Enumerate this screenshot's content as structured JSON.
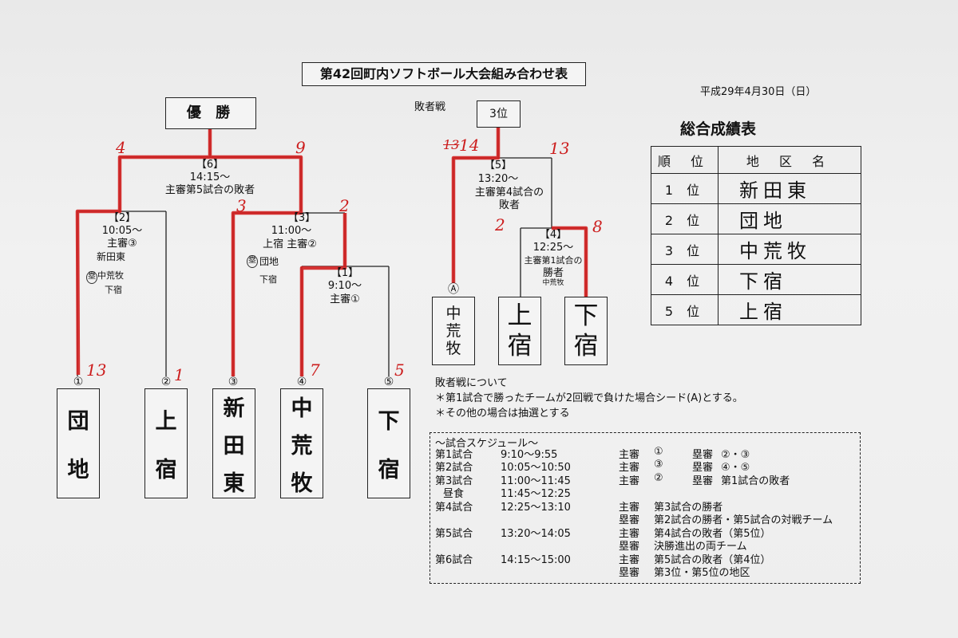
{
  "title": "第42回町内ソフトボール大会組み合わせ表",
  "date": "平成29年4月30日（日）",
  "champion_label": "優 勝",
  "loser_bracket_label": "敗者戦",
  "third_place_label": "3位",
  "games": {
    "g6": {
      "label": "【6】",
      "time": "14:15～",
      "umpire": "主審第5試合の敗者"
    },
    "g2": {
      "label": "【2】",
      "time": "10:05～",
      "umpire": "主審③",
      "hand_notes": [
        "新田東",
        "中荒牧",
        "下宿"
      ],
      "hand_prefix": "塁"
    },
    "g3": {
      "label": "【3】",
      "time": "11:00～",
      "umpire": "上宿 主審②",
      "hand_notes": [
        "団地",
        "下宿"
      ],
      "hand_prefix": "塁"
    },
    "g1": {
      "label": "【1】",
      "time": "9:10～",
      "umpire": "主審①"
    },
    "g5": {
      "label": "【5】",
      "time": "13:20～",
      "umpire_line1": "主審第4試合の",
      "umpire_line2": "敗者"
    },
    "g4": {
      "label": "【4】",
      "time": "12:25～",
      "umpire_line1": "主審第1試合の",
      "umpire_line2": "勝者",
      "hand_note": "中荒牧"
    }
  },
  "teams": [
    {
      "num": "①",
      "name_chars": [
        "団",
        "地"
      ],
      "score": "13"
    },
    {
      "num": "②",
      "name_chars": [
        "上",
        "宿"
      ],
      "score": "1"
    },
    {
      "num": "③",
      "name_chars": [
        "新",
        "田",
        "東"
      ],
      "score": ""
    },
    {
      "num": "④",
      "name_chars": [
        "中",
        "荒",
        "牧"
      ],
      "score": "7"
    },
    {
      "num": "⑤",
      "name_chars": [
        "下",
        "宿"
      ],
      "score": "5"
    }
  ],
  "seed_a": {
    "label": "Ⓐ",
    "name_chars": [
      "中",
      "荒",
      "牧"
    ]
  },
  "g4_teams": [
    {
      "name_chars": [
        "上",
        "宿"
      ]
    },
    {
      "name_chars": [
        "下",
        "宿"
      ]
    }
  ],
  "scores": {
    "final_left": "4",
    "final_right": "9",
    "g3_left": "3",
    "g3_right": "2",
    "g5_left_crossed": "13",
    "g5_left": "14",
    "g5_right": "13",
    "g4_left": "2",
    "g4_right": "8"
  },
  "loser_notes": {
    "heading": "敗者戦について",
    "items": [
      "＊第1試合で勝ったチームが2回戦で負けた場合シード(A)とする。",
      "＊その他の場合は抽選とする"
    ]
  },
  "ranking": {
    "title": "総合成績表",
    "header_rank": "順 位",
    "header_name": "地 区 名",
    "rows": [
      {
        "rank": "1 位",
        "name": "新田東"
      },
      {
        "rank": "2 位",
        "name": "団地"
      },
      {
        "rank": "3 位",
        "name": "中荒牧"
      },
      {
        "rank": "4 位",
        "name": "下宿"
      },
      {
        "rank": "5 位",
        "name": "上宿"
      }
    ]
  },
  "schedule": {
    "heading": "～試合スケジュール～",
    "rows": [
      {
        "game": "第1試合",
        "time": "9:10～9:55",
        "role1": "主審",
        "u1": "①",
        "role2": "塁審",
        "u2": "②・③"
      },
      {
        "game": "第2試合",
        "time": "10:05～10:50",
        "role1": "主審",
        "u1": "③",
        "role2": "塁審",
        "u2": "④・⑤"
      },
      {
        "game": "第3試合",
        "time": "11:00～11:45",
        "role1": "主審",
        "u1": "②",
        "role2": "塁審",
        "u2": "第1試合の敗者"
      },
      {
        "game": "昼食",
        "time": "11:45～12:25",
        "role1": "",
        "u1": "",
        "role2": "",
        "u2": ""
      },
      {
        "game": "第4試合",
        "time": "12:25～13:10",
        "role1": "主審",
        "u1": "第3試合の勝者",
        "role2": "",
        "u2": ""
      },
      {
        "game": "",
        "time": "",
        "role1": "塁審",
        "u1": "第2試合の勝者・第5試合の対戦チーム",
        "role2": "",
        "u2": ""
      },
      {
        "game": "第5試合",
        "time": "13:20～14:05",
        "role1": "主審",
        "u1": "第4試合の敗者（第5位）",
        "role2": "",
        "u2": ""
      },
      {
        "game": "",
        "time": "",
        "role1": "塁審",
        "u1": "決勝進出の両チーム",
        "role2": "",
        "u2": ""
      },
      {
        "game": "第6試合",
        "time": "14:15～15:00",
        "role1": "主審",
        "u1": "第5試合の敗者（第4位）",
        "role2": "",
        "u2": ""
      },
      {
        "game": "",
        "time": "",
        "role1": "塁審",
        "u1": "第3位・第5位の地区",
        "role2": "",
        "u2": ""
      }
    ]
  },
  "colors": {
    "winner_line": "#d42020",
    "ink": "#111111",
    "paper": "#efefef"
  }
}
